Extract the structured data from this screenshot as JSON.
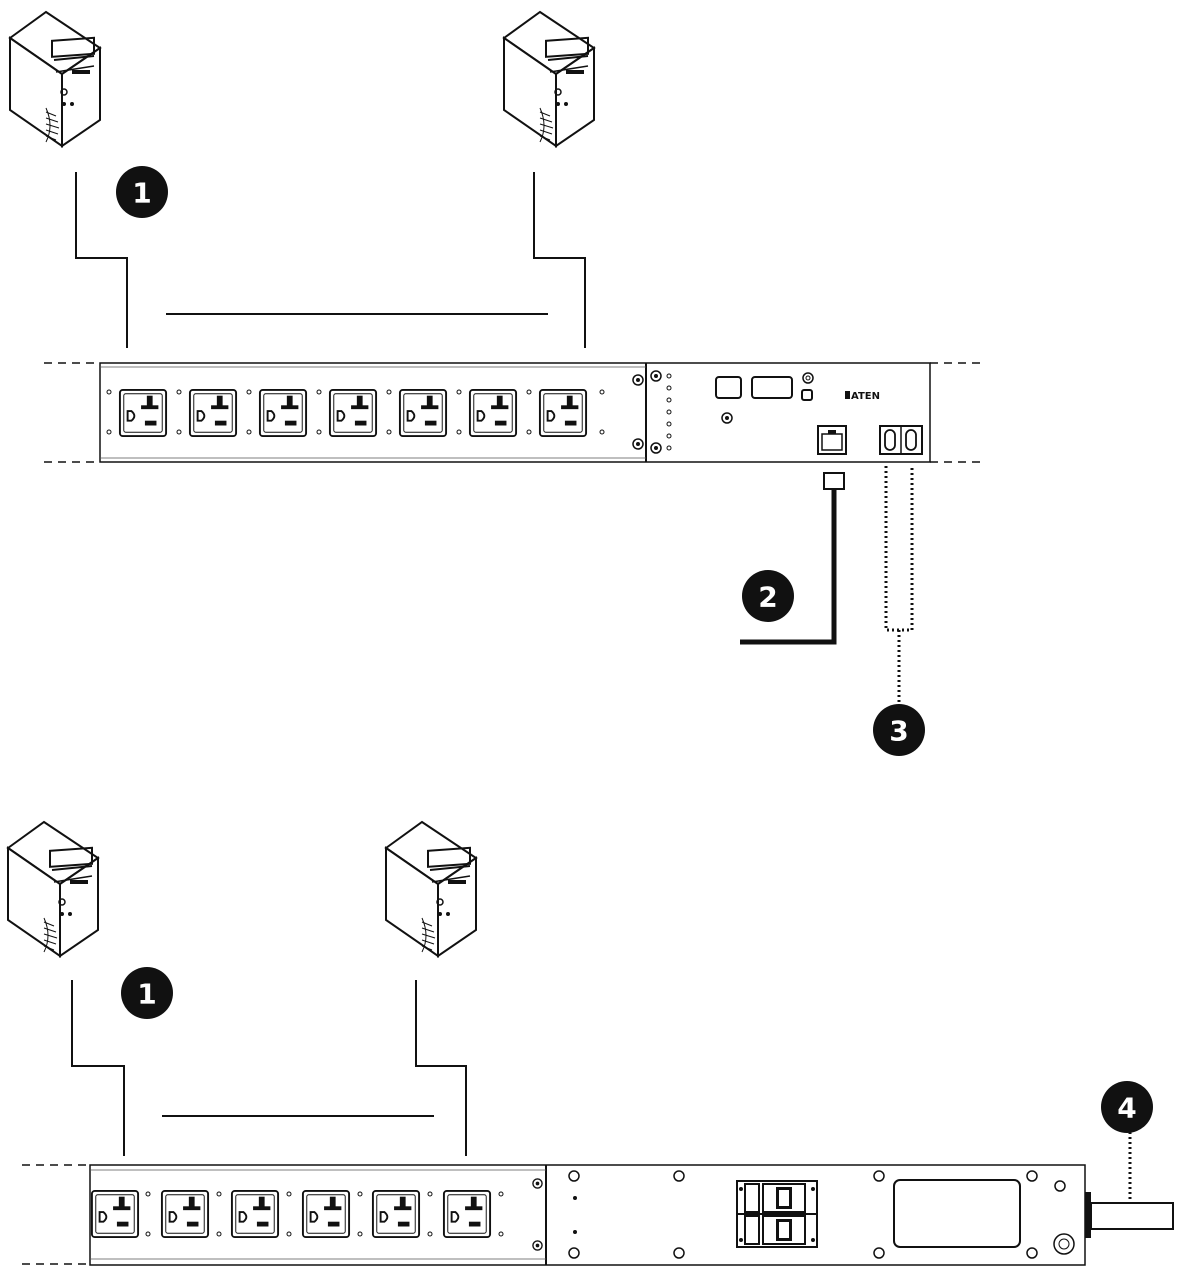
{
  "callouts": {
    "top_servers": "1",
    "network_cable": "2",
    "sensor_cables": "3",
    "bottom_servers": "1",
    "power_inlet": "4"
  },
  "top_pdu": {
    "outlet_count": 7,
    "logo_text": "ATEN"
  },
  "bottom_pdu": {
    "outlet_count": 6
  },
  "icons": {
    "server": "server-tower-icon",
    "outlet": "power-outlet-icon",
    "network_port": "rj45-port-icon",
    "sensor_port": "sensor-port-icon",
    "breaker": "circuit-breaker-icon"
  }
}
